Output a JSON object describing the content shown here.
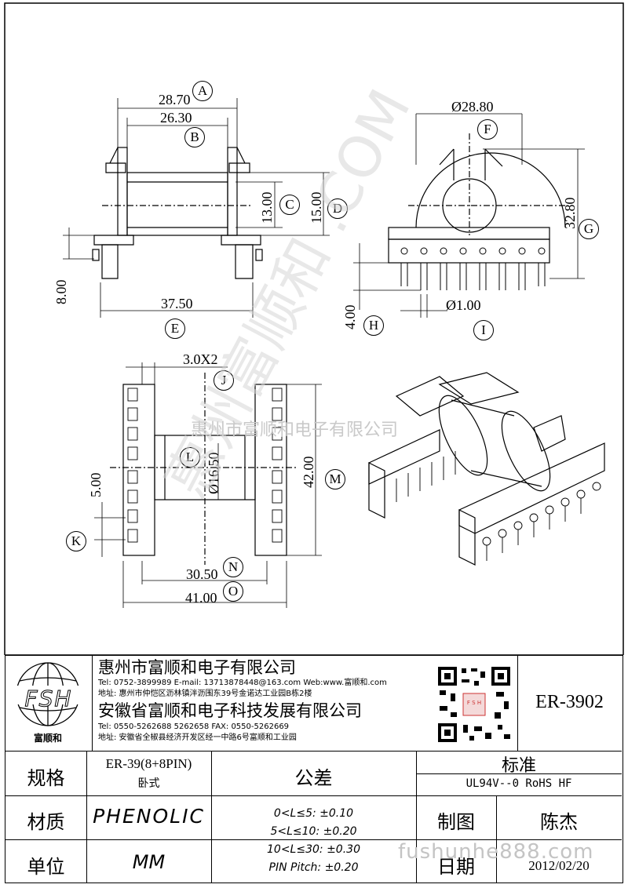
{
  "dims": {
    "A_val": "28.70",
    "A": "A",
    "B_val": "26.30",
    "B": "B",
    "C_val": "13.00",
    "C": "C",
    "D_val": "15.00",
    "D": "D",
    "E_val": "37.50",
    "E": "E",
    "left_h_val": "8.00",
    "F_val": "Ø28.80",
    "F": "F",
    "G_val": "32.80",
    "G": "G",
    "H_val": "4.00",
    "H": "H",
    "I_val": "Ø1.00",
    "I": "I",
    "J_val": "3.0X2",
    "J": "J",
    "K_val": "5.00",
    "K": "K",
    "L_val": "Ø16.50",
    "L": "L",
    "M_val": "42.00",
    "M": "M",
    "N_val": "30.50",
    "N": "N",
    "O_val": "41.00",
    "O": "O"
  },
  "watermark": {
    "center_text": "惠州市富顺和电子有限公司",
    "diag_text": "惠州富顺和 .COM",
    "bottom_text": "fushunhe888.com"
  },
  "titleblock": {
    "logo_text": "FSH",
    "logo_caption": "富顺和",
    "company1": "惠州市富顺和电子有限公司",
    "company1_tel": "Tel:  0752-3899989  E-mail: 13713878448@163.com  Web:www.富顺和.com",
    "company1_addr": "地址: 惠州市仲恺区沥林镇泮沥围东39号金诺达工业园B栋2楼",
    "company2": "安徽省富顺和电子科技发展有限公司",
    "company2_tel": "Tel:  0550-5262688  5262658        FAX:  0550-5262669",
    "company2_addr": "地址: 安徽省全椒县经济开发区经一中路6号富顺和工业园",
    "qr_caption": "F S H",
    "part_no": "ER-3902",
    "spec_label": "规格",
    "spec_value": "ER-39(8+8PIN)",
    "spec_sub": "卧式",
    "material_label": "材质",
    "material_value": "PHENOLIC",
    "unit_label": "单位",
    "unit_value": "MM",
    "tolerance_label": "公差",
    "tolerances": [
      "0<L≤5: ±0.10",
      "5<L≤10: ±0.20",
      "10<L≤30: ±0.30",
      "PIN Pitch: ±0.20"
    ],
    "standard_label": "标准",
    "standard_value": "UL94V--0  RoHS HF",
    "drawn_label": "制图",
    "drawn_value": "陈杰",
    "date_label": "日期",
    "date_value": "2012/02/20"
  }
}
